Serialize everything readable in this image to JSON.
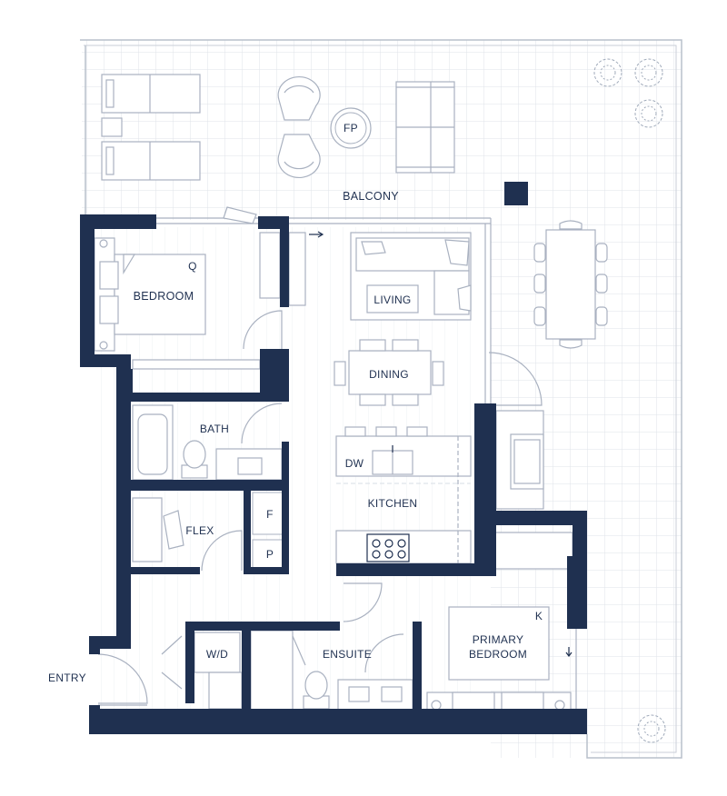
{
  "floorplan": {
    "colors": {
      "wall": "#1f3050",
      "line": "#a9b1c0",
      "grid": "#d9dde4",
      "text": "#1f3050",
      "background": "#ffffff"
    },
    "rooms": {
      "balcony": "BALCONY",
      "bedroom": "BEDROOM",
      "living": "LIVING",
      "dining": "DINING",
      "bath": "BATH",
      "kitchen": "KITCHEN",
      "flex": "FLEX",
      "ensuite": "ENSUITE",
      "primary_bedroom_line1": "PRIMARY",
      "primary_bedroom_line2": "BEDROOM",
      "entry": "ENTRY",
      "wd": "W/D"
    },
    "fixtures": {
      "fireplace": "FP",
      "dishwasher": "DW",
      "fridge": "F",
      "pantry": "P",
      "bed_queen": "Q",
      "bed_king": "K"
    },
    "icons": [
      "tree-icon",
      "fireplace-icon",
      "lounge-chair-icon",
      "sofa-icon",
      "table-icon",
      "bathtub-icon",
      "toilet-icon",
      "sink-icon",
      "stove-icon",
      "door-swing-icon",
      "arrow-icon"
    ]
  }
}
